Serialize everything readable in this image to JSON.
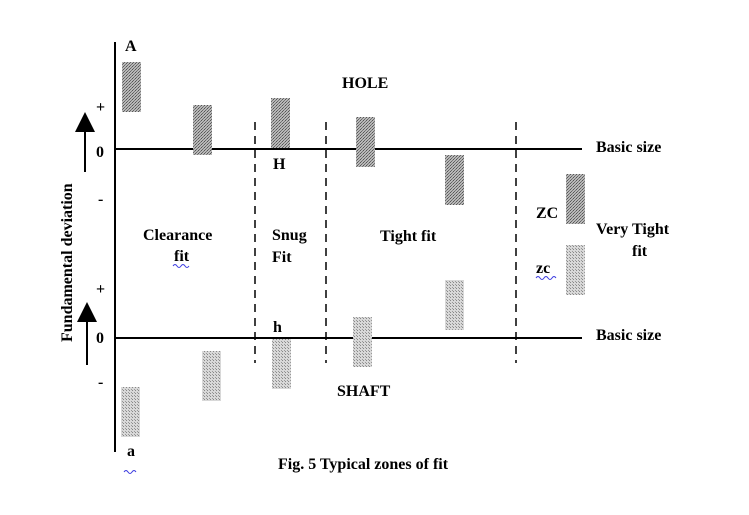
{
  "labels": {
    "A": "A",
    "a": "a",
    "hole": "HOLE",
    "shaft": "SHAFT",
    "basic_size_top": "Basic size",
    "basic_size_bottom": "Basic size",
    "H": "H",
    "h": "h",
    "ZC": "ZC",
    "zc": "zc",
    "plus_top": "+",
    "zero_top": "0",
    "minus_top": "-",
    "plus_bottom": "+",
    "zero_bottom": "0",
    "minus_bottom": "-",
    "y_axis": "Fundamental deviation",
    "clearance_1": "Clearance",
    "clearance_2": "fit",
    "snug_1": "Snug",
    "snug_2": "Fit",
    "tight": "Tight fit",
    "very_tight_1": "Very Tight",
    "very_tight_2": "fit",
    "caption": "Fig. 5 Typical zones of fit"
  },
  "colors": {
    "line": "#000000",
    "hole_zone": "#9a9a9a",
    "shaft_zone": "#c4c4c4",
    "squiggle": "#3a3adf"
  },
  "zones": {
    "hole": [
      "A",
      "clearance",
      "H",
      "tight-1",
      "tight-2",
      "ZC"
    ],
    "shaft": [
      "a",
      "clearance",
      "h",
      "tight-1",
      "tight-2",
      "zc"
    ]
  }
}
